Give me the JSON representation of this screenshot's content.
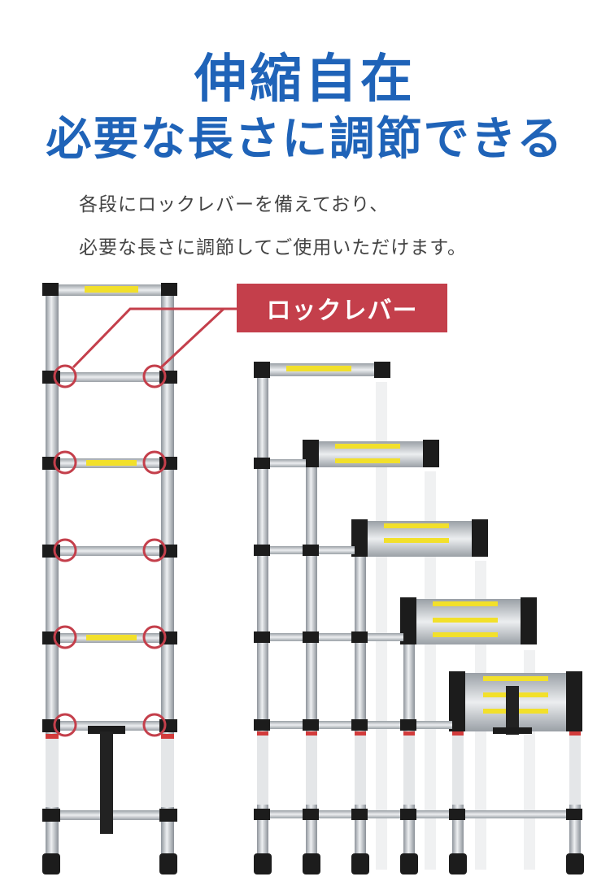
{
  "headline": {
    "line1": "伸縮自在",
    "line2": "必要な長さに調節できる"
  },
  "description": {
    "line1": "各段にロックレバーを備えており、",
    "line2": "必要な長さに調節してご使用いただけます。"
  },
  "callout": {
    "label": "ロックレバー"
  },
  "colors": {
    "headline": "#1f63b8",
    "callout_bg": "#c43f4b",
    "callout_ring": "#c43f4b",
    "aluminum": "#c9cdd2",
    "caps": "#1c1c1c",
    "warning_sticker": "#f2e02b"
  }
}
